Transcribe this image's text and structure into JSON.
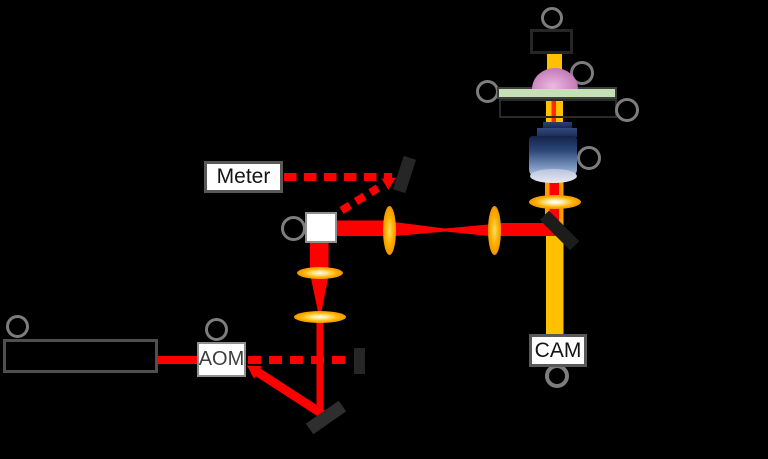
{
  "diagram": {
    "kind": "optical-microscopy-setup",
    "background": "#000000",
    "labels": {
      "meter": "Meter",
      "aom": "AOM",
      "cam": "CAM"
    },
    "colors": {
      "beam_red": "#FF0000",
      "beam_core_red_orange": "#FF2A00",
      "beam_gold": "#FFC000",
      "beam_orange": "#FF9C00",
      "lens_orange": "#FFB300",
      "plate_green": "#C5E0B4",
      "dome_pink": "#D291C7",
      "objective_blue_dark": "#14234A",
      "objective_blue_light": "#C7D0E2",
      "mirror_dark": "#262626",
      "box_fill": "#FFFFFF",
      "box_border_gray": "#595959",
      "ring_gray": "#7D7D7D"
    }
  }
}
